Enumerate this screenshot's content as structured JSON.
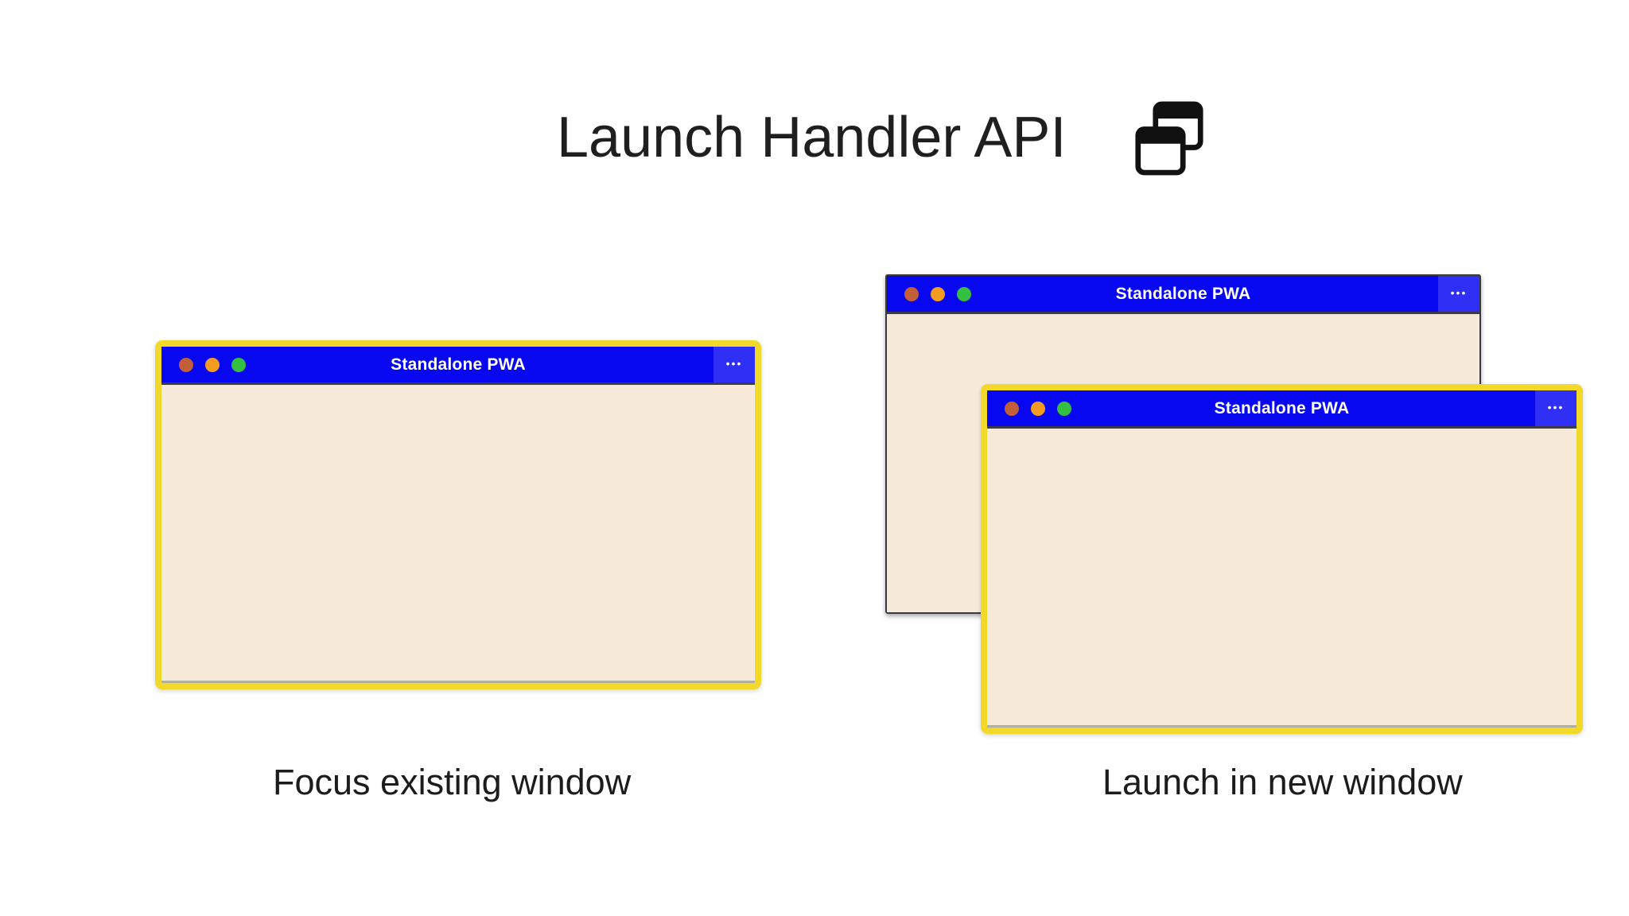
{
  "header": {
    "title": "Launch Handler API",
    "icon": "overlapping-windows-icon"
  },
  "figures": [
    {
      "caption": "Focus existing window",
      "windows": [
        {
          "title": "Standalone PWA",
          "state": "focused",
          "border_color": "#f2d829"
        }
      ]
    },
    {
      "caption": "Launch in new window",
      "windows": [
        {
          "title": "Standalone PWA",
          "state": "background",
          "border_color": "#3a3a3a"
        },
        {
          "title": "Standalone PWA",
          "state": "focused",
          "border_color": "#f2d829"
        }
      ]
    }
  ],
  "window_controls": {
    "close": "close-button",
    "minimize": "minimize-button",
    "zoom": "zoom-button",
    "more_menu_glyph": "•••"
  },
  "colors": {
    "titlebar_blue": "#0808f0",
    "menu_box_blue": "#2f2ff5",
    "window_body_cream": "#f7ead9",
    "focus_border_yellow": "#f2d829",
    "background_window_border": "#3a3a3a",
    "dot_red": "#c25e38",
    "dot_orange": "#f49c22",
    "dot_green": "#34bf40",
    "titlebar_text": "#ffffff",
    "heading_text": "#1f1f1f",
    "page_background": "#ffffff"
  }
}
